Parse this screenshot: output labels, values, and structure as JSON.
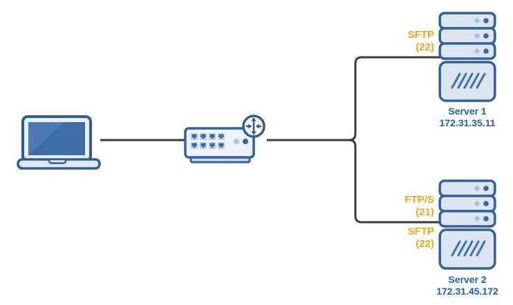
{
  "colors": {
    "connection_line": "#3A3A3C",
    "icon_border_blue": "#31609C",
    "icon_fill_light_blue": "#DCE6F2",
    "screen_blue": "#3E6CA4",
    "accent_orange": "#F9A11B",
    "caption_blue": "#1F5FAD"
  },
  "icons": {
    "client": "laptop-icon",
    "switch": "ethernet-switch-icon",
    "router": "router-circle-arrows-icon",
    "server": "server-stack-icon"
  },
  "server1": {
    "connection_label": {
      "protocol": "SFTP",
      "port": "(22)"
    },
    "name": "Server 1",
    "ip": "172.31.35.11"
  },
  "server2": {
    "connection_label_above": {
      "protocol": "FTP/S",
      "port": "(21)"
    },
    "connection_label_below": {
      "protocol": "SFTP",
      "port": "(22)"
    },
    "name": "Server 2",
    "ip": "172.31.45.172"
  }
}
